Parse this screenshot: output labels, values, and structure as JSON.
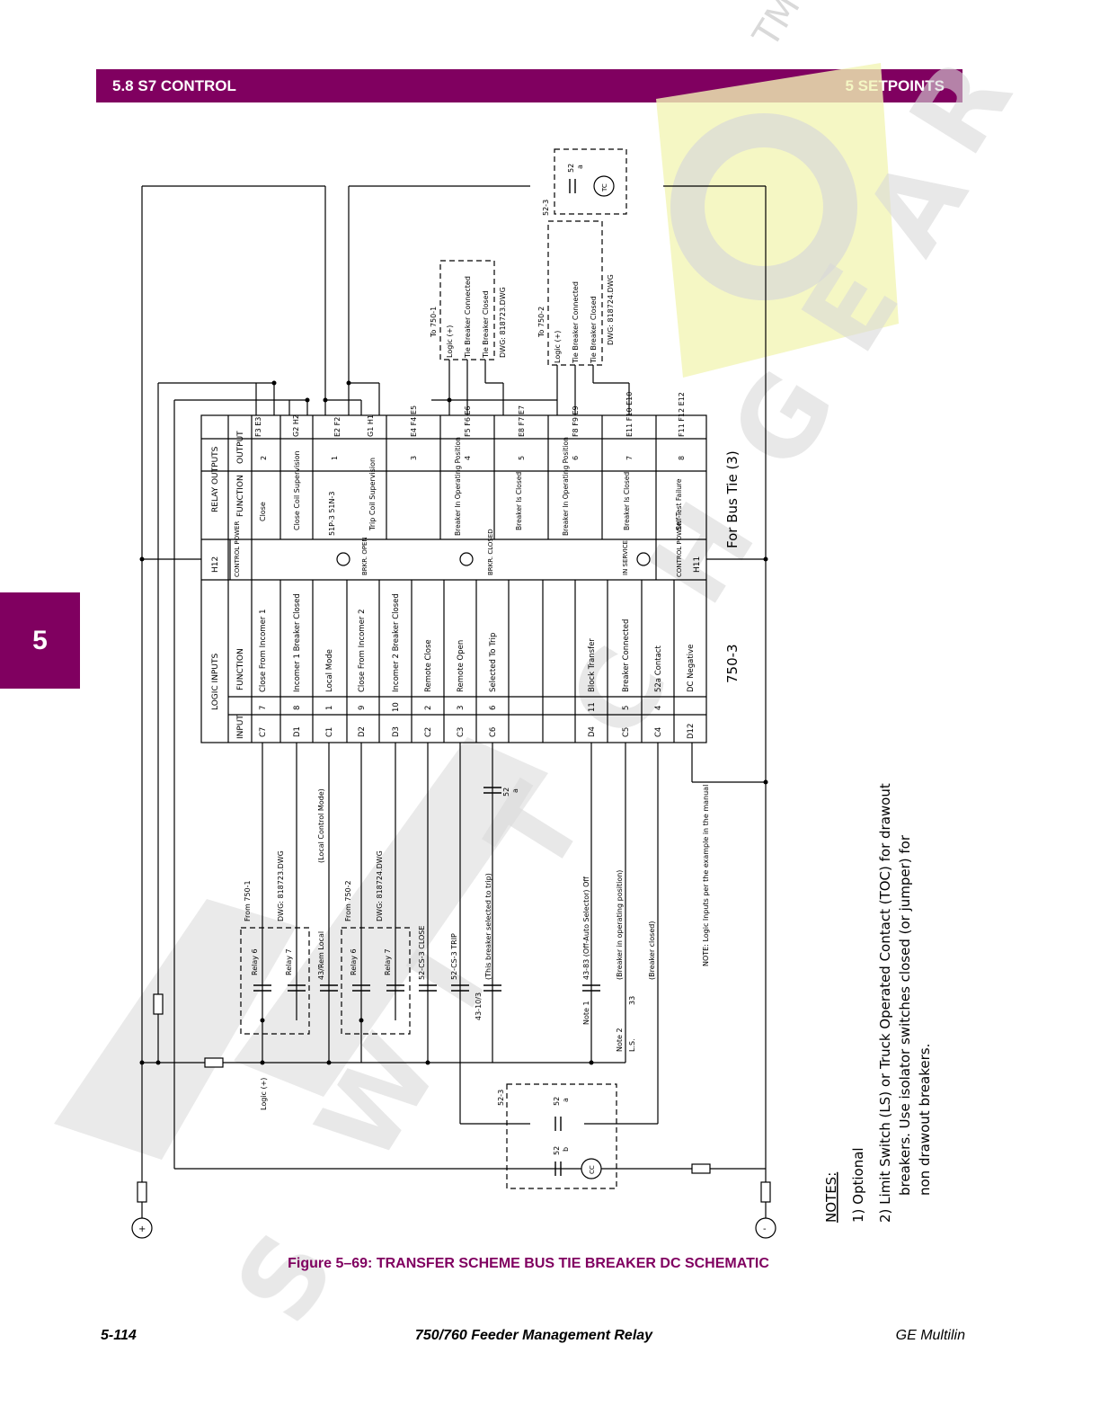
{
  "header": {
    "section": "5.8 S7 CONTROL",
    "chapter": "5 SETPOINTS"
  },
  "side_tab": "5",
  "watermark": {
    "text": [
      "S",
      "W",
      "I",
      "T",
      "C",
      "H",
      "G",
      "E",
      "A",
      "R"
    ],
    "tm": "TM",
    "colors": {
      "gray": "#d9d9d9",
      "yellow": "#f3f5b5"
    }
  },
  "schematic": {
    "table": {
      "logic_header": "LOGIC INPUTS",
      "relay_header": "RELAY OUTPUTS",
      "input_col": "INPUT",
      "function_col": "FUNCTION",
      "output_col": "OUTPUT",
      "inputs": [
        {
          "terminal": "C7",
          "num": "7",
          "function": "Close From Incomer 1"
        },
        {
          "terminal": "D1",
          "num": "8",
          "function": "Incomer 1 Breaker Closed"
        },
        {
          "terminal": "C1",
          "num": "1",
          "function": "Local Mode"
        },
        {
          "terminal": "D2",
          "num": "9",
          "function": "Close From Incomer 2"
        },
        {
          "terminal": "D3",
          "num": "10",
          "function": "Incomer 2 Breaker Closed"
        },
        {
          "terminal": "C2",
          "num": "2",
          "function": "Remote Close"
        },
        {
          "terminal": "C3",
          "num": "3",
          "function": "Remote Open"
        },
        {
          "terminal": "C6",
          "num": "6",
          "function": "Selected To Trip"
        },
        {
          "terminal": "",
          "num": "",
          "function": ""
        },
        {
          "terminal": "",
          "num": "",
          "function": ""
        },
        {
          "terminal": "D4",
          "num": "11",
          "function": "Block Transfer"
        },
        {
          "terminal": "C5",
          "num": "5",
          "function": "Breaker Connected"
        },
        {
          "terminal": "C4",
          "num": "4",
          "function": "52a Contact"
        },
        {
          "terminal": "D12",
          "num": "",
          "function": "DC Negative"
        }
      ],
      "outputs": [
        {
          "function": "Close",
          "relay": "2",
          "terminals": "F3 E3"
        },
        {
          "function": "Close Coil Supervision",
          "relay": "",
          "terminals": "G2 H2"
        },
        {
          "function": "51P-3  51N-3",
          "relay": "1",
          "terminals": "E2 F2"
        },
        {
          "function": "Trip Coil Supervision",
          "relay": "",
          "terminals": "G1 H1"
        },
        {
          "function": "",
          "relay": "3",
          "terminals": "E4 F4 E5"
        },
        {
          "function": "Breaker In Operating Position",
          "relay": "4",
          "terminals": "F5 F6 E6"
        },
        {
          "function": "Breaker Is Closed",
          "relay": "5",
          "terminals": "E8 F7 E7"
        },
        {
          "function": "Breaker In Operating Position",
          "relay": "6",
          "terminals": "F8 F9 E9"
        },
        {
          "function": "Breaker Is Closed",
          "relay": "7",
          "terminals": "E11 F10 E10"
        },
        {
          "function": "Self-Test Failure",
          "relay": "8",
          "terminals": "F11 F12 E12"
        }
      ],
      "control_power_top": {
        "terminal": "H12",
        "label": "CONTROL POWER"
      },
      "control_power_bottom": {
        "terminal": "H11",
        "label": "CONTROL POWER"
      },
      "indicators": [
        "BRKR. OPEN",
        "BRKR. CLOSED",
        "IN SERVICE"
      ],
      "device_label": "750-3",
      "for_label": "For Bus Tie (3)"
    },
    "contacts": {
      "from_750_1": "From 750-1",
      "dwg_1": "DWG: 818723.DWG",
      "from_750_2": "From 750-2",
      "dwg_2": "DWG: 818724.DWG",
      "relay_6": "Relay 6",
      "relay_7": "Relay 7",
      "rem_local": "43/Rem Local",
      "local_mode": "(Local Control Mode)",
      "cs_close": "52-CS-3 CLOSE",
      "cs_trip": "52-CS-3 TRIP",
      "ratio": "43-10/3",
      "selected": "(This breaker selected to trip)",
      "note1": "Note 1",
      "off": "43-83 (Off-Auto Selector) Off",
      "note2": "Note 2",
      "ls": "L.S.",
      "ls_num": "33",
      "operating": "(Breaker in operating position)",
      "closed": "(Breaker closed)",
      "logic_plus": "Logic (+)",
      "c52": "52",
      "c52a": "a",
      "c52b": "b",
      "c523": "52-3",
      "tc": "TC",
      "cc": "CC",
      "note_logic": "NOTE: Logic Inputs per the example in the manual",
      "plus": "+",
      "minus": "-"
    },
    "to_boxes": [
      {
        "to": "To 750-1",
        "lines": [
          "Logic (+)",
          "Tie Breaker Connected",
          "Tie Breaker Closed"
        ],
        "dwg": "DWG: 818723.DWG"
      },
      {
        "to": "To 750-2",
        "lines": [
          "Logic (+)",
          "Tie Breaker Connected",
          "Tie Breaker Closed"
        ],
        "dwg": "DWG: 818724.DWG"
      }
    ],
    "notes": {
      "title": "NOTES:",
      "n1": "1)  Optional",
      "n2a": "2)  Limit Switch (LS) or Truck Operated Contact (TOC) for drawout",
      "n2b": "breakers. Use isolator switches closed (or jumper) for",
      "n2c": "non drawout breakers."
    }
  },
  "caption": "Figure 5–69: TRANSFER SCHEME BUS TIE BREAKER DC SCHEMATIC",
  "footer": {
    "page": "5-114",
    "title": "750/760 Feeder Management Relay",
    "company": "GE Multilin"
  }
}
